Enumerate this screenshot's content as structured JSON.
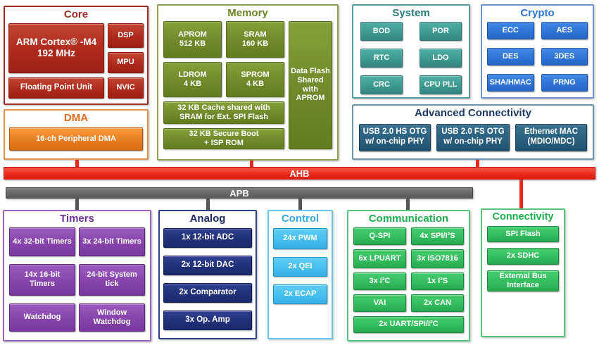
{
  "buses": {
    "ahb": "AHB",
    "apb": "APB"
  },
  "colors": {
    "core": "#9E2B23",
    "dma": "#E87E22",
    "memory": "#71892B",
    "system": "#3D9A92",
    "crypto": "#2E75D8",
    "advconn": "#2A607E",
    "ahb_bus": "#EE2B1E",
    "apb_bus": "#676767",
    "timers": "#8644AC",
    "analog": "#20317A",
    "control": "#45BFF0",
    "communication": "#33BE5F",
    "connectivity": "#33BE5F"
  },
  "sections": {
    "core": {
      "title": "Core",
      "blocks": [
        "ARM Cortex® -M4\n192 MHz",
        "DSP",
        "MPU",
        "Floating Point Unit",
        "NVIC"
      ]
    },
    "dma": {
      "title": "DMA",
      "blocks": [
        "16-ch Peripheral DMA"
      ]
    },
    "memory": {
      "title": "Memory",
      "blocks": [
        "APROM\n512 KB",
        "SRAM\n160 KB",
        "LDROM\n4 KB",
        "SPROM\n4 KB",
        "32 KB Cache shared with SRAM for  Ext. SPI Flash",
        "32 KB Secure Boot\n+ ISP ROM",
        "Data Flash Shared with APROM"
      ]
    },
    "system": {
      "title": "System",
      "blocks": [
        "BOD",
        "POR",
        "RTC",
        "LDO",
        "CRC",
        "CPU PLL"
      ]
    },
    "crypto": {
      "title": "Crypto",
      "blocks": [
        "ECC",
        "AES",
        "DES",
        "3DES",
        "SHA/HMAC",
        "PRNG"
      ]
    },
    "advconn": {
      "title": "Advanced Connectivity",
      "blocks": [
        "USB 2.0 HS OTG w/ on-chip PHY",
        "USB 2.0 FS OTG w/ on-chip PHY",
        "Ethernet MAC (MDIO/MDC)"
      ]
    },
    "timers": {
      "title": "Timers",
      "blocks": [
        "4x 32-bit Timers",
        "3x 24-bit Timers",
        "14x 16-bit Timers",
        "24-bit System tick",
        "Watchdog",
        "Window Watchdog"
      ]
    },
    "analog": {
      "title": "Analog",
      "blocks": [
        "1x 12-bit ADC",
        "2x 12-bit DAC",
        "2x Comparator",
        "3x Op. Amp"
      ]
    },
    "control": {
      "title": "Control",
      "blocks": [
        "24x PWM",
        "2x QEI",
        "2x ECAP"
      ]
    },
    "comm": {
      "title": "Communication",
      "blocks": [
        "Q-SPI",
        "4x SPI/I²S",
        "6x LPUART",
        "3x ISO7816",
        "3x I²C",
        "1x I²S",
        "VAI",
        "2x CAN",
        "2x UART/SPI/I²C"
      ]
    },
    "conn": {
      "title": "Connectivity",
      "blocks": [
        "SPI Flash",
        "2x SDHC",
        "External Bus Interface"
      ]
    }
  }
}
